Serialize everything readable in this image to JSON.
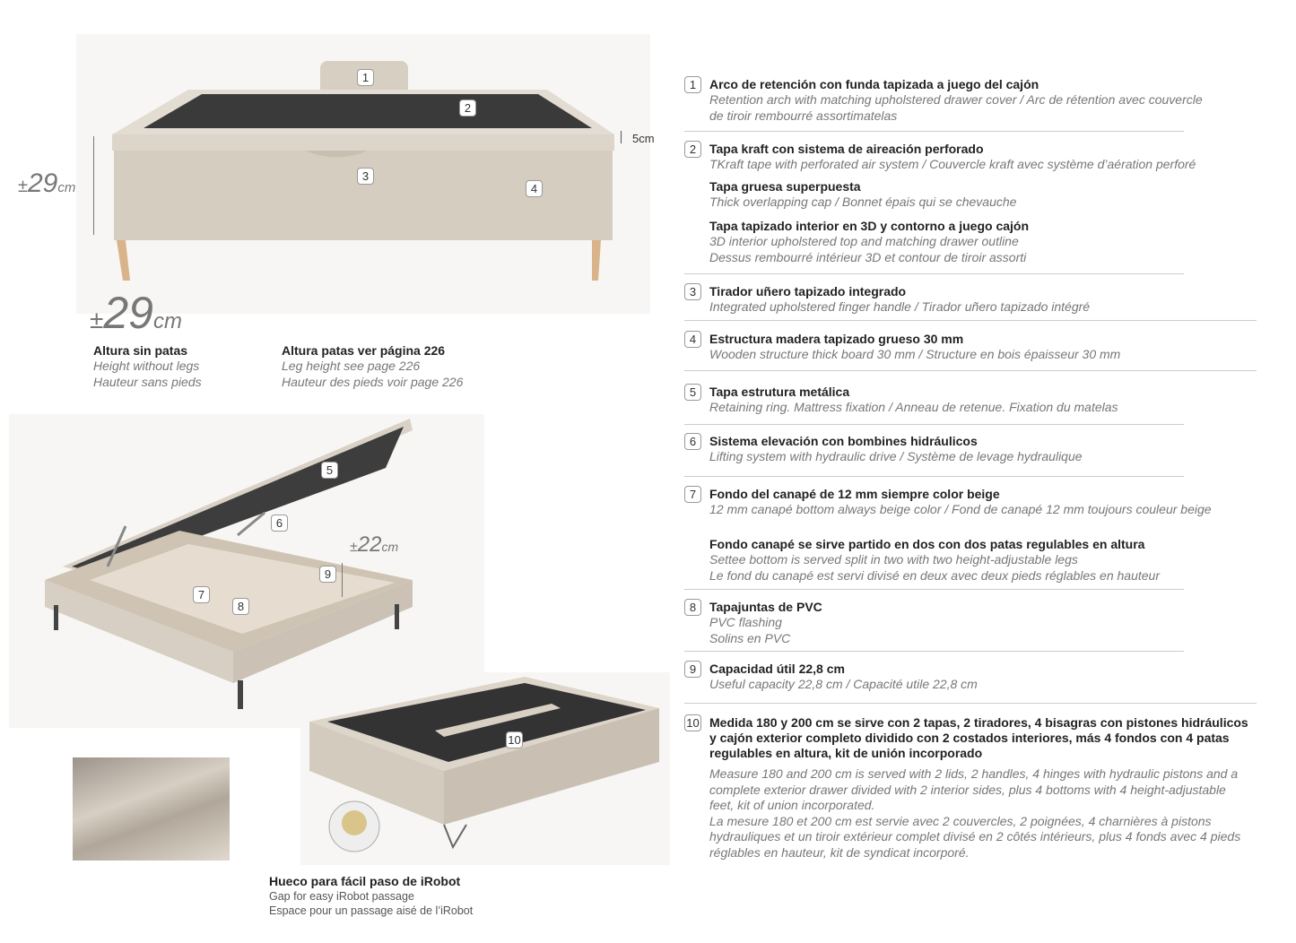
{
  "dimensions": {
    "height_big": {
      "symbol": "±",
      "value": "29",
      "unit": "cm"
    },
    "height_side": {
      "symbol": "±",
      "value": "29",
      "unit": "cm"
    },
    "cap_thickness": "5cm",
    "storage_depth": {
      "symbol": "±",
      "value": "22",
      "unit": "cm"
    }
  },
  "captions": {
    "height_without_legs": {
      "title": "Altura sin patas",
      "lines": "Height without legs\nHauteur sans pieds"
    },
    "leg_height": {
      "title": "Altura patas ver página 226",
      "lines": "Leg height see page 226\nHauteur des pieds voir page 226"
    },
    "irobot": {
      "title": "Hueco para fácil paso de iRobot",
      "lines": "Gap for easy iRobot passage\nEspace pour un passage aisé de l’iRobot"
    }
  },
  "markers": [
    "1",
    "2",
    "3",
    "4",
    "5",
    "6",
    "7",
    "8",
    "9",
    "10"
  ],
  "features": [
    {
      "num": "1",
      "title": "Arco de retención con funda tapizada a juego del cajón",
      "text": "Retention arch with matching upholstered drawer cover / Arc de rétention avec couvercle\nde tiroir rembourré assortimatelas"
    },
    {
      "num": "2",
      "title": "Tapa kraft con sistema de aireación perforado",
      "text": "TKraft tape with perforated air system / Couvercle kraft avec système d’aération perforé"
    },
    {
      "title": "Tapa gruesa superpuesta",
      "text": "Thick overlapping cap / Bonnet épais qui se chevauche"
    },
    {
      "title": "Tapa tapizado interior en 3D y contorno a juego cajón",
      "text": "3D interior upholstered top and matching drawer outline\nDessus rembourré intérieur 3D et contour de tiroir assorti"
    },
    {
      "num": "3",
      "title": "Tirador uñero tapizado integrado",
      "text": "Integrated upholstered finger handle / Tirador uñero tapizado intégré"
    },
    {
      "num": "4",
      "title": "Estructura madera tapizado grueso 30 mm",
      "text": "Wooden structure thick board 30 mm / Structure en bois épaisseur 30 mm"
    },
    {
      "num": "5",
      "title": "Tapa estrutura metálica",
      "text": "Retaining ring. Mattress fixation / Anneau de retenue. Fixation du matelas"
    },
    {
      "num": "6",
      "title": "Sistema elevación con bombines hidráulicos",
      "text": "Lifting system with hydraulic drive / Système de levage hydraulique"
    },
    {
      "num": "7",
      "title": "Fondo del canapé de 12 mm siempre color beige",
      "text": "12 mm canapé bottom always beige color / Fond de canapé 12 mm toujours couleur beige"
    },
    {
      "title": "Fondo canapé se sirve partido en dos con dos patas regulables en altura",
      "text": "Settee bottom is served split in two with two height-adjustable legs\nLe fond du canapé est servi divisé en deux avec deux pieds réglables en hauteur"
    },
    {
      "num": "8",
      "title": "Tapajuntas de PVC",
      "text": "PVC flashing\nSolins en PVC"
    },
    {
      "num": "9",
      "title": "Capacidad útil 22,8 cm",
      "text": "Useful capacity 22,8 cm / Capacité utile  22,8 cm"
    },
    {
      "num": "10",
      "title": "Medida 180 y 200 cm se sirve con 2 tapas, 2 tiradores, 4 bisagras con pistones hidráulicos y cajón exterior completo dividido con 2 costados interiores, más 4 fondos con 4 patas regulables en altura, kit de unión incorporado",
      "text": "Measure 180 and 200 cm is served with 2 lids, 2 handles, 4 hinges with hydraulic pistons and a complete exterior drawer divided with 2 interior sides, plus 4 bottoms with 4 height-adjustable feet, kit of union incorporated.\nLa mesure 180 et 200 cm est servie avec 2 couvercles, 2 poignées, 4 charnières à pistons hydrauliques et un tiroir extérieur complet divisé en 2 côtés intérieurs, plus 4 fonds avec 4 pieds réglables en hauteur, kit de syndicat incorporé."
    }
  ]
}
